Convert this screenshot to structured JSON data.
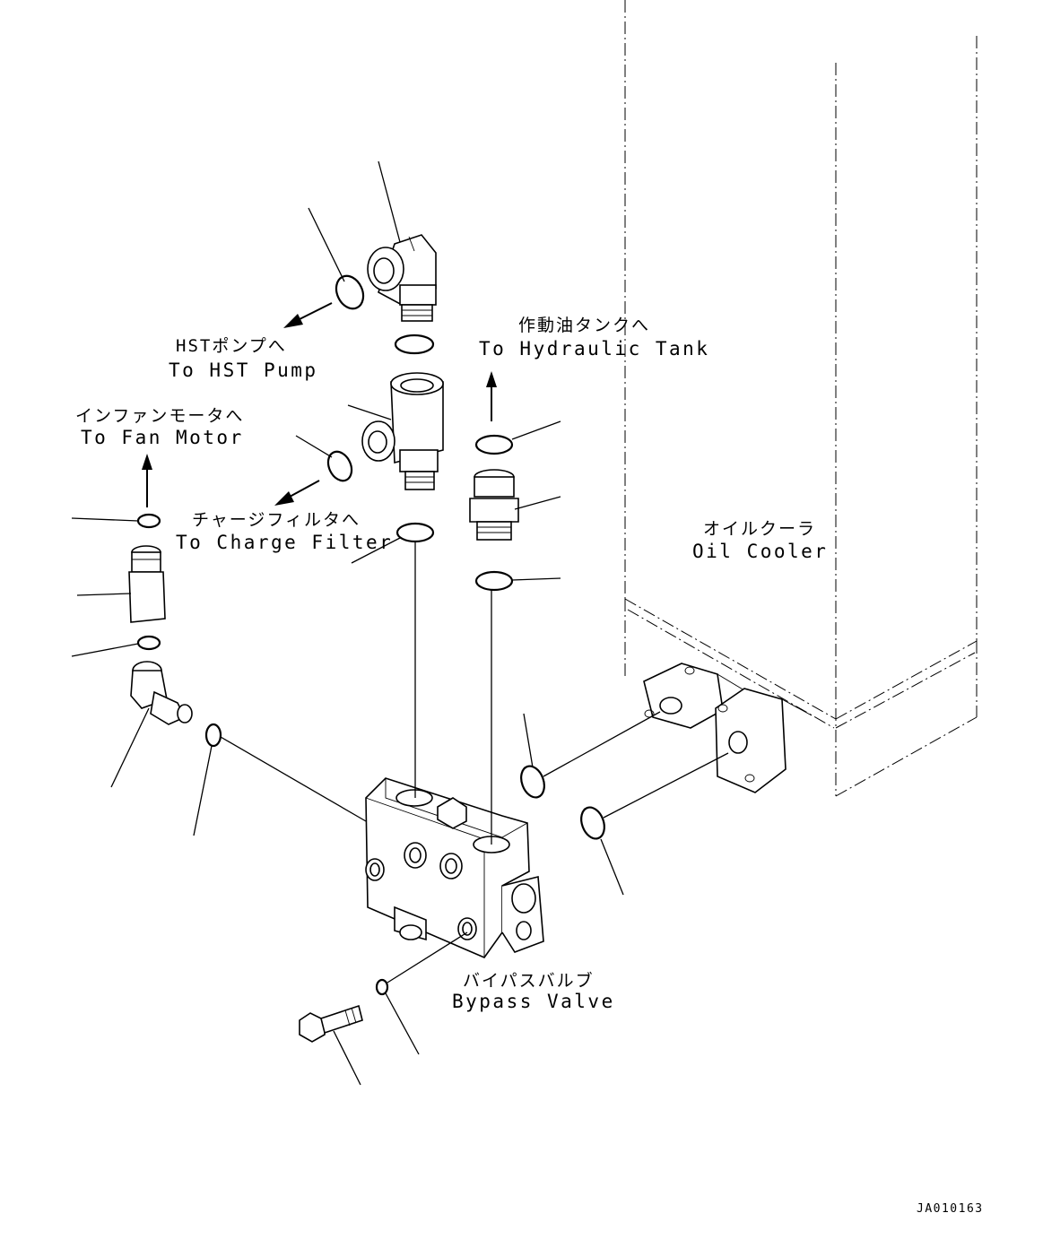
{
  "labels": {
    "hst_pump": {
      "jp": "HSTポンプへ",
      "en": "To HST Pump"
    },
    "hydraulic_tank": {
      "jp": "作動油タンクへ",
      "en": "To Hydraulic Tank"
    },
    "fan_motor": {
      "jp": "インファンモータへ",
      "en": "To Fan Motor"
    },
    "charge_filter": {
      "jp": "チャージフィルタへ",
      "en": "To Charge Filter"
    },
    "oil_cooler": {
      "jp": "オイルクーラ",
      "en": "Oil Cooler"
    },
    "bypass_valve": {
      "jp": "バイパスバルブ",
      "en": "Bypass Valve"
    }
  },
  "document_id": "JA010163",
  "colors": {
    "line": "#000000",
    "background": "#ffffff"
  }
}
